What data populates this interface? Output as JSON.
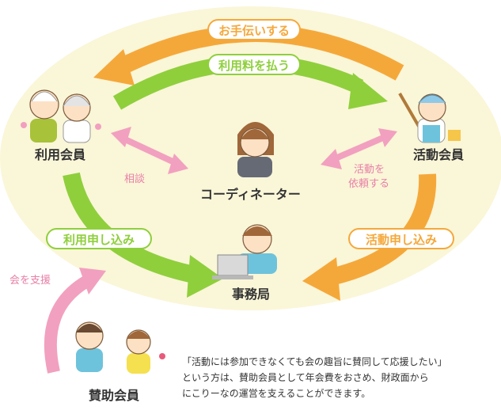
{
  "roles": {
    "user_member": "利用会員",
    "activity_member": "活動会員",
    "coordinator": "コーディネーター",
    "office": "事務局",
    "supporting_member": "賛助会員"
  },
  "arrows": {
    "help": "お手伝いする",
    "pay_fee": "利用料を払う",
    "consult": "相談",
    "request_activity": [
      "活動を",
      "依頼する"
    ],
    "user_apply": "利用申し込み",
    "activity_apply": "活動申し込み",
    "support_association": "会を支援"
  },
  "note": [
    "「活動には参加できなくても会の趣旨に賛同して応援したい」",
    "という方は、賛助会員として年会費をおさめ、財政面から",
    "にこりーなの運営を支えることができます。"
  ],
  "colors": {
    "background_ellipse": "#faf6d8",
    "orange": "#f5a83a",
    "green": "#8fcf3c",
    "pink": "#f2a0bf"
  }
}
